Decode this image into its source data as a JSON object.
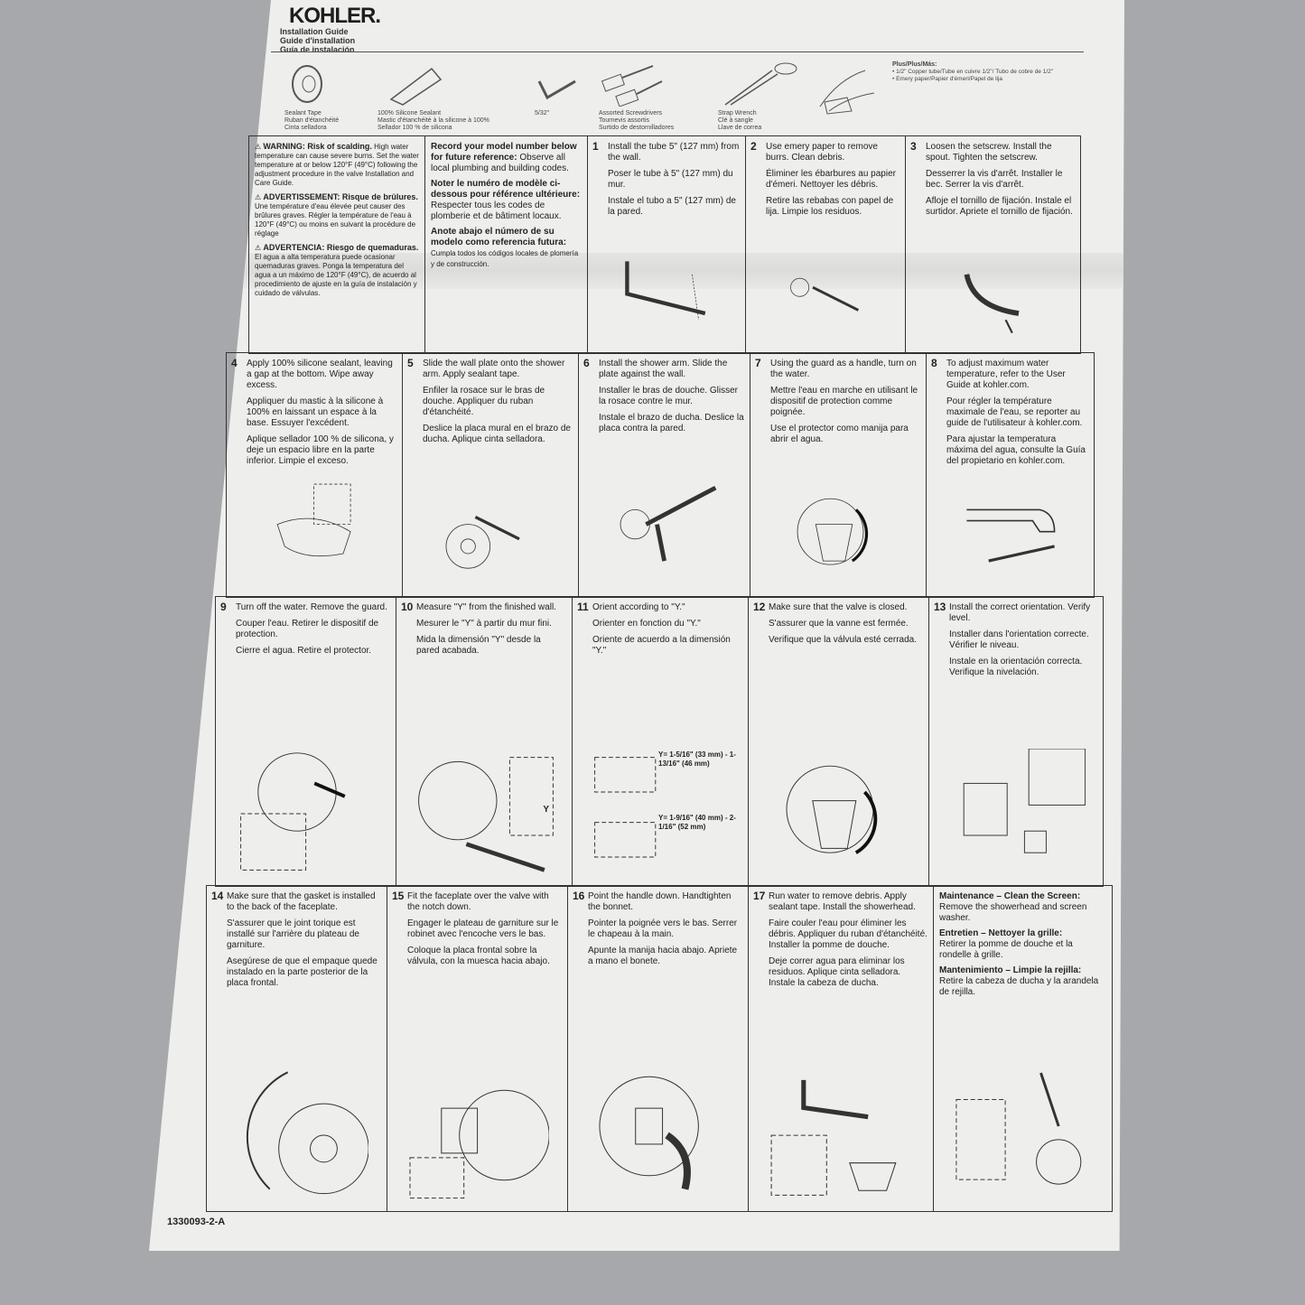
{
  "header": {
    "brand": "KOHLER.",
    "titles": [
      "Installation Guide",
      "Guide d'installation",
      "Guía de instalación"
    ]
  },
  "tools": [
    {
      "icon": "sealant-tape-icon",
      "label": [
        "Sealant Tape",
        "Ruban d'étanchéité",
        "Cinta selladora"
      ]
    },
    {
      "icon": "silicone-tube-icon",
      "label": [
        "100% Silicone Sealant",
        "Mastic d'étanchéité à la silicone à 100%",
        "Sellador 100 % de silicona"
      ]
    },
    {
      "icon": "hex-key-icon",
      "label": [
        "5/32\""
      ]
    },
    {
      "icon": "screwdrivers-icon",
      "label": [
        "Assorted Screwdrivers",
        "Tournevis assortis",
        "Surtido de destornilladores"
      ]
    },
    {
      "icon": "strap-wrench-icon",
      "label": [
        "Strap Wrench",
        "Clé à sangle",
        "Llave de correa"
      ]
    },
    {
      "icon": "emery-paper-icon",
      "label": []
    }
  ],
  "plus": {
    "title": "Plus/Plus/Más:",
    "items": [
      "• 1/2\" Copper tube/Tube en cuivre 1/2\"/ Tubo de cobre de 1/2\"",
      "• Emery paper/Papier d'émeri/Papel de lija"
    ]
  },
  "warning": {
    "en_title": "WARNING: Risk of scalding.",
    "en": "High water temperature can cause severe burns. Set the water temperature at or below 120°F (49°C) following the adjustment procedure in the valve Installation and Care Guide.",
    "fr_title": "ADVERTISSEMENT: Risque de brûlures.",
    "fr": "Une température d'eau élevée peut causer des brûlures graves. Régler la température de l'eau à 120°F (49°C) ou moins en suivant la procédure de réglage",
    "es_title": "ADVERTENCIA: Riesgo de quemaduras.",
    "es": "El agua a alta temperatura puede ocasionar quemaduras graves. Ponga la temperatura del agua a un máximo de 120°F (49°C), de acuerdo al procedimiento de ajuste en la guía de instalación y cuidado de válvulas."
  },
  "record": {
    "en_title": "Record your model number below for future reference:",
    "en": "Observe all local plumbing and building codes.",
    "fr_title": "Noter le numéro de modèle ci-dessous pour référence ultérieure:",
    "fr": "Respecter tous les codes de plomberie et de bâtiment locaux.",
    "es_title": "Anote abajo el número de su modelo como referencia futura:",
    "es": "Cumpla todos los códigos locales de plomería y de construcción."
  },
  "steps": [
    {
      "n": "1",
      "text": [
        "Install the tube 5\" (127 mm) from the wall.",
        "Poser le tube à 5\" (127 mm) du mur.",
        "Instale el tubo a 5\" (127 mm) de la pared."
      ]
    },
    {
      "n": "2",
      "text": [
        "Use emery paper to remove burrs. Clean debris.",
        "Éliminer les ébarbures au papier d'émeri. Nettoyer les débris.",
        "Retire las rebabas con papel de lija. Limpie los residuos."
      ]
    },
    {
      "n": "3",
      "text": [
        "Loosen the setscrew. Install the spout. Tighten the setscrew.",
        "Desserrer la vis d'arrêt. Installer le bec. Serrer la vis d'arrêt.",
        "Afloje el tornillo de fijación. Instale el surtidor. Apriete el tornillo de fijación."
      ]
    },
    {
      "n": "4",
      "text": [
        "Apply 100% silicone sealant, leaving a gap at the bottom. Wipe away excess.",
        "Appliquer du mastic à la silicone à 100% en laissant un espace à la base. Essuyer l'excédent.",
        "Aplique sellador 100 % de silicona, y deje un espacio libre en la parte inferior. Limpie el exceso."
      ]
    },
    {
      "n": "5",
      "text": [
        "Slide the wall plate onto the shower arm. Apply sealant tape.",
        "Enfiler la rosace sur le bras de douche. Appliquer du ruban d'étanchéité.",
        "Deslice la placa mural en el brazo de ducha. Aplique cinta selladora."
      ]
    },
    {
      "n": "6",
      "text": [
        "Install the shower arm. Slide the plate against the wall.",
        "Installer le bras de douche. Glisser la rosace contre le mur.",
        "Instale el brazo de ducha. Deslice la placa contra la pared."
      ]
    },
    {
      "n": "7",
      "text": [
        "Using the guard as a handle, turn on the water.",
        "Mettre l'eau en marche en utilisant le dispositif de protection comme poignée.",
        "Use el protector como manija para abrir el agua."
      ]
    },
    {
      "n": "8",
      "text": [
        "To adjust maximum water temperature, refer to the User Guide at kohler.com.",
        "Pour régler la température maximale de l'eau, se reporter au guide de l'utilisateur à kohler.com.",
        "Para ajustar la temperatura máxima del agua, consulte la Guía del propietario en kohler.com."
      ]
    },
    {
      "n": "9",
      "text": [
        "Turn off the water. Remove the guard.",
        "Couper l'eau. Retirer le dispositif de protection.",
        "Cierre el agua. Retire el protector."
      ]
    },
    {
      "n": "10",
      "text": [
        "Measure \"Y\" from the finished wall.",
        "Mesurer le \"Y\" à partir du mur fini.",
        "Mida la dimensión \"Y\" desde la pared acabada."
      ]
    },
    {
      "n": "11",
      "text": [
        "Orient according to \"Y.\"",
        "Orienter en fonction du \"Y.\"",
        "Oriente de acuerdo a la dimensión \"Y.\""
      ]
    },
    {
      "n": "12",
      "text": [
        "Make sure that the valve is closed.",
        "S'assurer que la vanne est fermée.",
        "Verifique que la válvula esté cerrada."
      ]
    },
    {
      "n": "13",
      "text": [
        "Install the correct orientation. Verify level.",
        "Installer dans l'orientation correcte. Vérifier le niveau.",
        "Instale en la orientación correcta. Verifique la nivelación."
      ]
    },
    {
      "n": "14",
      "text": [
        "Make sure that the gasket is installed to the back of the faceplate.",
        "S'assurer que le joint torique est installé sur l'arrière du plateau de garniture.",
        "Asegúrese de que el empaque quede instalado en la parte posterior de la placa frontal."
      ]
    },
    {
      "n": "15",
      "text": [
        "Fit the faceplate over the valve with the notch down.",
        "Engager le plateau de garniture sur le robinet avec l'encoche vers le bas.",
        "Coloque la placa frontal sobre la válvula, con la muesca hacia abajo."
      ]
    },
    {
      "n": "16",
      "text": [
        "Point the handle down. Handtighten the bonnet.",
        "Pointer la poignée vers le bas. Serrer le chapeau à la main.",
        "Apunte la manija hacia abajo. Apriete a mano el bonete."
      ]
    },
    {
      "n": "17",
      "text": [
        "Run water to remove debris. Apply sealant tape. Install the showerhead.",
        "Faire couler l'eau pour éliminer les débris. Appliquer du ruban d'étanchéité. Installer la pomme de douche.",
        "Deje correr agua para eliminar los residuos. Aplique cinta selladora. Instale la cabeza de ducha."
      ]
    }
  ],
  "step11_dims": {
    "a": "Y= 1-5/16\" (33 mm) - 1-13/16\" (46 mm)",
    "b": "Y= 1-9/16\" (40 mm) - 2-1/16\" (52 mm)"
  },
  "step10_label": "Y",
  "maintenance": {
    "en_title": "Maintenance – Clean the Screen:",
    "en": "Remove the showerhead and screen washer.",
    "fr_title": "Entretien – Nettoyer la grille:",
    "fr": "Retirer la pomme de douche et la rondelle à grille.",
    "es_title": "Mantenimiento – Limpie la rejilla:",
    "es": "Retire la cabeza de ducha y la arandela de rejilla."
  },
  "doc_number": "1330093-2-A"
}
